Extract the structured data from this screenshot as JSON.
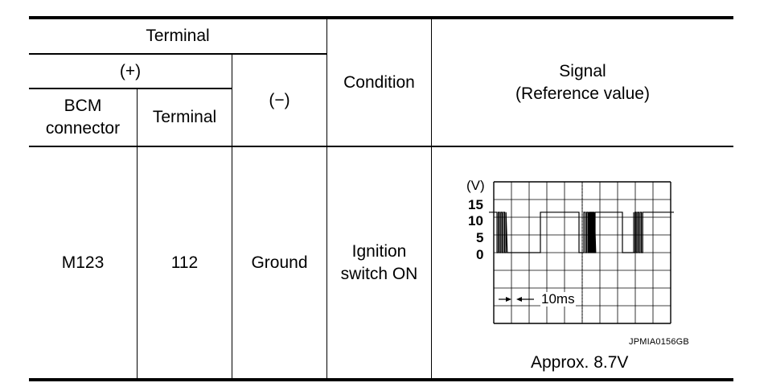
{
  "table": {
    "header": {
      "terminal": "Terminal",
      "plus": "(+)",
      "bcm_connector": "BCM\nconnector",
      "terminal_sub": "Terminal",
      "minus": "(−)",
      "condition": "Condition",
      "signal": "Signal\n(Reference value)"
    },
    "row": {
      "connector": "M123",
      "terminal": "112",
      "minus": "Ground",
      "condition": "Ignition\nswitch ON"
    }
  },
  "scope": {
    "unit": "(V)",
    "y_labels": [
      "15",
      "10",
      "5",
      "0"
    ],
    "time_label": "10ms",
    "ref_id": "JPMIA0156GB",
    "approx": "Approx. 8.7V",
    "high_voltage": 12,
    "low_voltage": 0
  }
}
